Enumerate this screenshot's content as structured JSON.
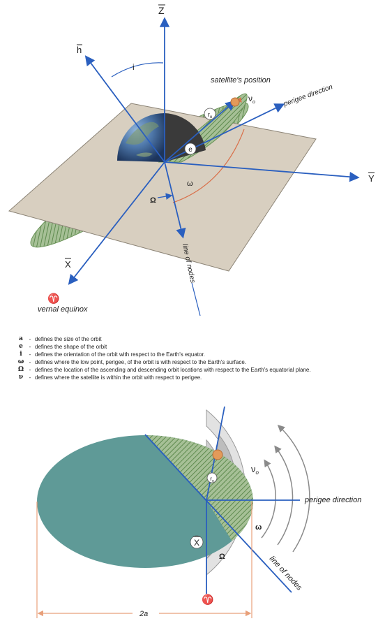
{
  "diagram_top": {
    "axis_z": "Z",
    "axis_y": "Y",
    "axis_x": "X",
    "axis_h": "h",
    "inclination": "i",
    "satellite_position": "satellite's position",
    "true_anomaly": "ν",
    "true_anomaly_sub": "o",
    "r_label": "r",
    "r_sub": "o",
    "perigee_direction": "perigee direction",
    "e_vector": "e",
    "arg_perigee": "ω",
    "raan": "Ω",
    "line_of_nodes": "line of nodes",
    "vernal_symbol": "♈",
    "vernal_equinox": "vernal equinox"
  },
  "legend": [
    {
      "symbol": "a",
      "text": "defines the size of the orbit"
    },
    {
      "symbol": "e",
      "text": "defines the shape of the orbit"
    },
    {
      "symbol": "i",
      "text": "defines the orientation of the orbit with respect to the Earth's equator."
    },
    {
      "symbol": "ω",
      "text": "defines where the low point, perigee, of the orbit is with respect to the Earth's surface."
    },
    {
      "symbol": "Ω",
      "text": "defines the location of the ascending and descending orbit locations with respect to the Earth's equatorial plane."
    },
    {
      "symbol": "ν",
      "text": "defines where the satellite is within the orbit with respect to perigee."
    }
  ],
  "legend_dash": "-",
  "diagram_bottom": {
    "true_anomaly": "ν",
    "true_anomaly_sub": "o",
    "r_label": "r",
    "r_sub": "o",
    "perigee_direction": "perigee direction",
    "arg_perigee": "ω",
    "raan": "Ω",
    "line_of_nodes": "line of nodes",
    "axis_x": "X",
    "vernal_symbol": "♈",
    "major_axis": "2a"
  },
  "colors": {
    "axis_blue": "#2a5fbf",
    "plane": "#d8cfc0",
    "orbit_green": "#8fae78",
    "ellipse_teal": "#5f9a97",
    "arc_orange": "#e8a07a",
    "satellite": "#e39a5a"
  }
}
